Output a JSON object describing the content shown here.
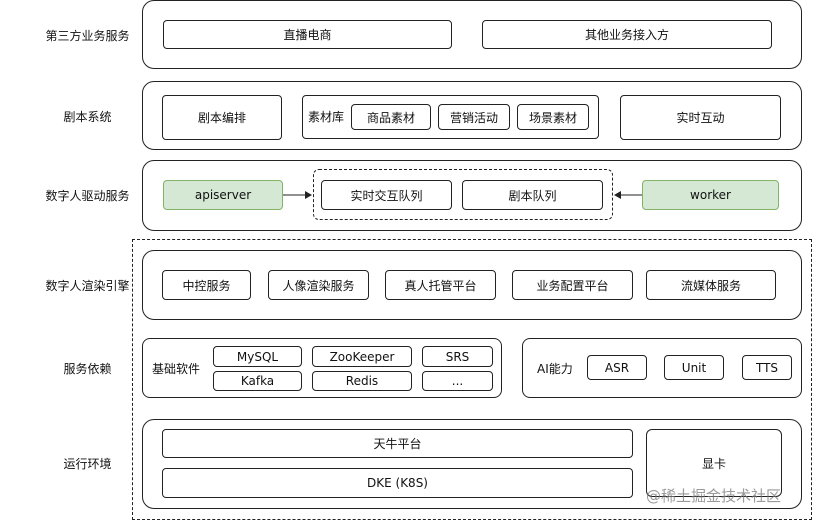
{
  "rows": {
    "third_party": "第三方业务服务",
    "script_system": "剧本系统",
    "driver": "数字人驱动服务",
    "render": "数字人渲染引擎",
    "deps": "服务依赖",
    "runtime": "运行环境"
  },
  "third_party": {
    "live_ecom": "直播电商",
    "other_access": "其他业务接入方"
  },
  "script_system": {
    "script_arrange": "剧本编排",
    "library_label": "素材库",
    "product_material": "商品素材",
    "marketing": "营销活动",
    "scene_material": "场景素材",
    "realtime_interact": "实时互动"
  },
  "driver": {
    "apiserver": "apiserver",
    "realtime_queue": "实时交互队列",
    "script_queue": "剧本队列",
    "worker": "worker"
  },
  "render": {
    "central_control": "中控服务",
    "portrait_render": "人像渲染服务",
    "human_hosting": "真人托管平台",
    "biz_config": "业务配置平台",
    "streaming": "流媒体服务"
  },
  "deps": {
    "basic_software_label": "基础软件",
    "mysql": "MySQL",
    "zookeeper": "ZooKeeper",
    "srs": "SRS",
    "kafka": "Kafka",
    "redis": "Redis",
    "more": "...",
    "ai_label": "AI能力",
    "asr": "ASR",
    "unit": "Unit",
    "tts": "TTS"
  },
  "runtime": {
    "tianniu": "天牛平台",
    "dke": "DKE (K8S)",
    "gpu": "显卡"
  },
  "watermark": "@稀土掘金技术社区",
  "colors": {
    "green_fill": "#d5e8d4",
    "green_border": "#82b366",
    "line": "#222222"
  }
}
